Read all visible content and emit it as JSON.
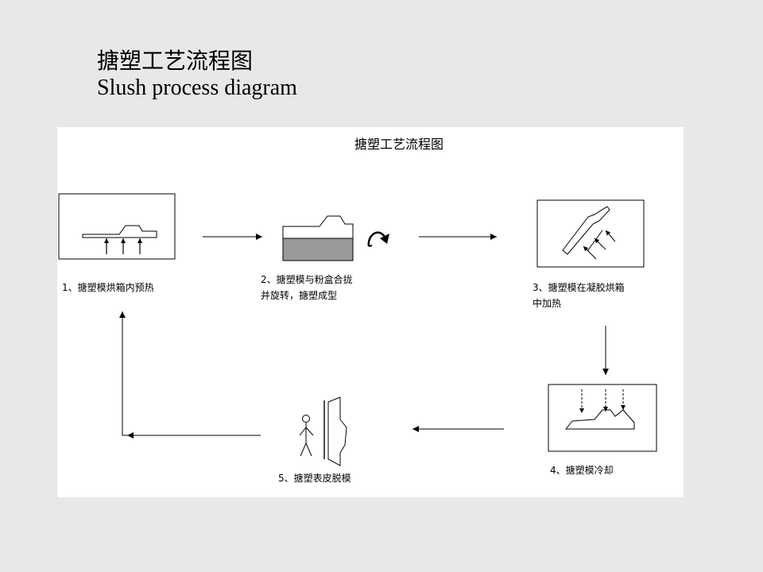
{
  "slide": {
    "title_cn": "搪塑工艺流程图",
    "title_en": "Slush process diagram"
  },
  "diagram": {
    "title": "搪塑工艺流程图",
    "steps": [
      {
        "lines": [
          "1、搪塑模烘箱内预热"
        ]
      },
      {
        "lines": [
          "2、搪塑模与粉盒合拢",
          "并旋转，搪塑成型"
        ]
      },
      {
        "lines": [
          "3、搪塑模在凝胶烘箱",
          "中加热"
        ]
      },
      {
        "lines": [
          "4、搪塑模冷却"
        ]
      },
      {
        "lines": [
          "5、搪塑表皮脱模"
        ]
      }
    ]
  },
  "colors": {
    "slide_background": "#e8e8e8",
    "panel_background": "#ffffff",
    "line": "#000000",
    "powder_fill": "#999999"
  },
  "icons": [
    "up-arrow-icon",
    "rotation-icon",
    "dashed-down-arrow-icon",
    "stick-figure-icon"
  ]
}
